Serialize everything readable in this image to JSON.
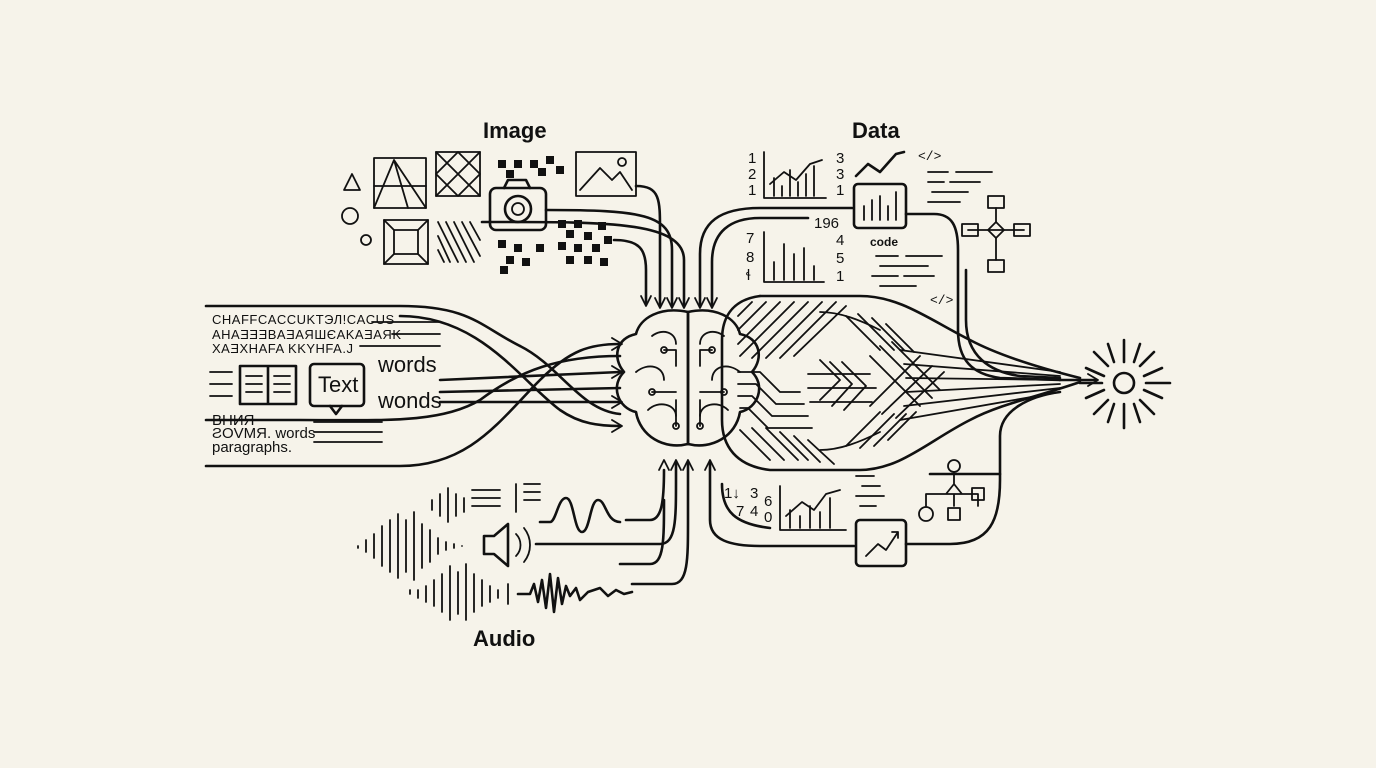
{
  "labels": {
    "image": "Image",
    "data": "Data",
    "audio": "Audio"
  },
  "text_cluster": {
    "line1": "CHAFFCACCUKTЭЛ!CACUS",
    "line2": "AHAƎƎƎBAƎAЯШЄAKAƎAЯK",
    "line3": "XAƎXHAFA KKYHFA.J",
    "text_box": "Text",
    "word1": "words",
    "word2": "wonds",
    "line4": "ВНИЯ",
    "line5": "ƧOVMЯ. words",
    "line6": "paragraphs."
  },
  "data_cluster": {
    "col1_top": [
      "1",
      "2",
      "1"
    ],
    "col2_top": [
      "3",
      "3",
      "1"
    ],
    "value": "196",
    "col1_mid": [
      "7",
      "8",
      "ɬ"
    ],
    "col2_mid": [
      "4",
      "5",
      "1"
    ],
    "code_label": "code",
    "code_tag_top": "</>",
    "code_tag_bottom": "</>",
    "col1_bottom": [
      "1↓",
      "7"
    ],
    "col2_bottom": [
      "3",
      "4"
    ],
    "col3_bottom": [
      "6",
      "0"
    ]
  },
  "colors": {
    "background": "#f6f3ea",
    "ink": "#111111"
  }
}
